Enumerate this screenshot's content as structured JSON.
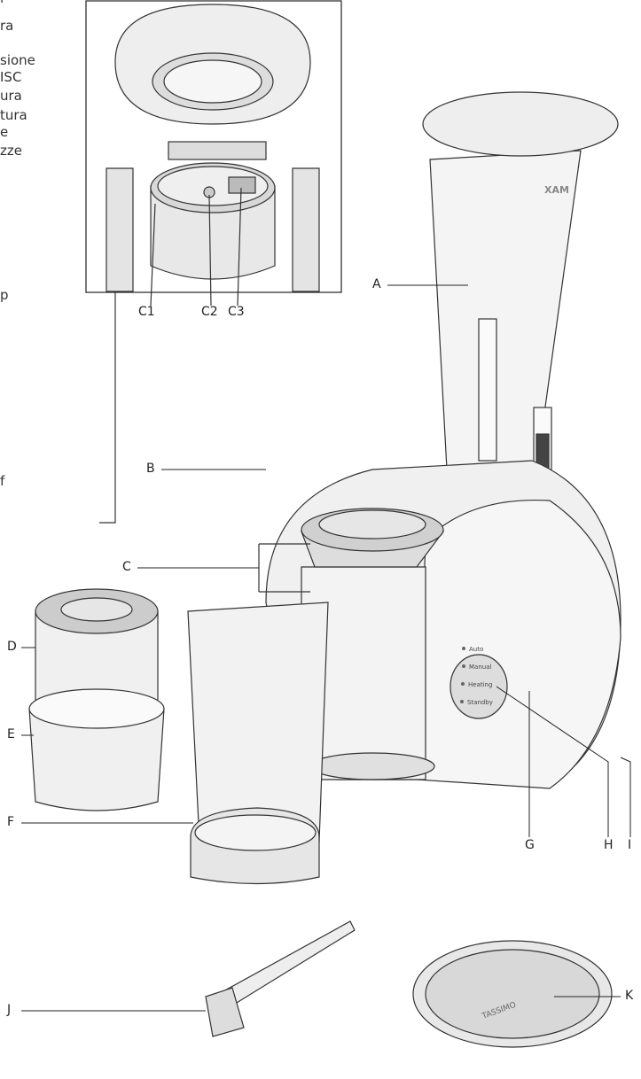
{
  "left_margin_fragments": [
    "l",
    "ra",
    "sione",
    "ISC",
    "ura",
    "tura",
    "e",
    "zze",
    "p",
    "f"
  ],
  "labels": {
    "A": "A",
    "B": "B",
    "C": "C",
    "C1": "C1",
    "C2": "C2",
    "C3": "C3",
    "D": "D",
    "E": "E",
    "F": "F",
    "G": "G",
    "H": "H",
    "I": "I",
    "J": "J",
    "K": "K"
  },
  "control_panel": [
    "Auto",
    "Manual",
    "Heating",
    "Standby"
  ],
  "tank_logo": "XAM",
  "tdisc_brand": "TASSIMO",
  "colors": {
    "line": "#222222",
    "body": "#f0f0f0",
    "shade": "#cfcfcf"
  }
}
